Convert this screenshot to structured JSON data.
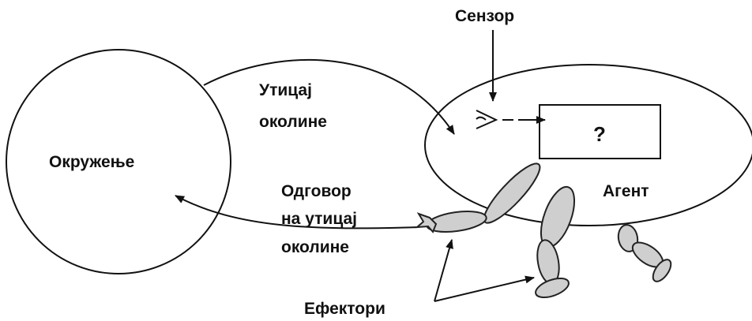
{
  "labels": {
    "environment": "Окружење",
    "environment_influence": [
      "Утицај",
      "околине"
    ],
    "response": [
      "Одговор",
      "на утицај",
      "околине"
    ],
    "sensor": "Сензор",
    "agent": "Агент",
    "unknown": "?",
    "effectors": "Ефектори"
  },
  "colors": {
    "stroke": "#111111",
    "limb_fill": "#cfcfcf",
    "background": "#ffffff"
  }
}
